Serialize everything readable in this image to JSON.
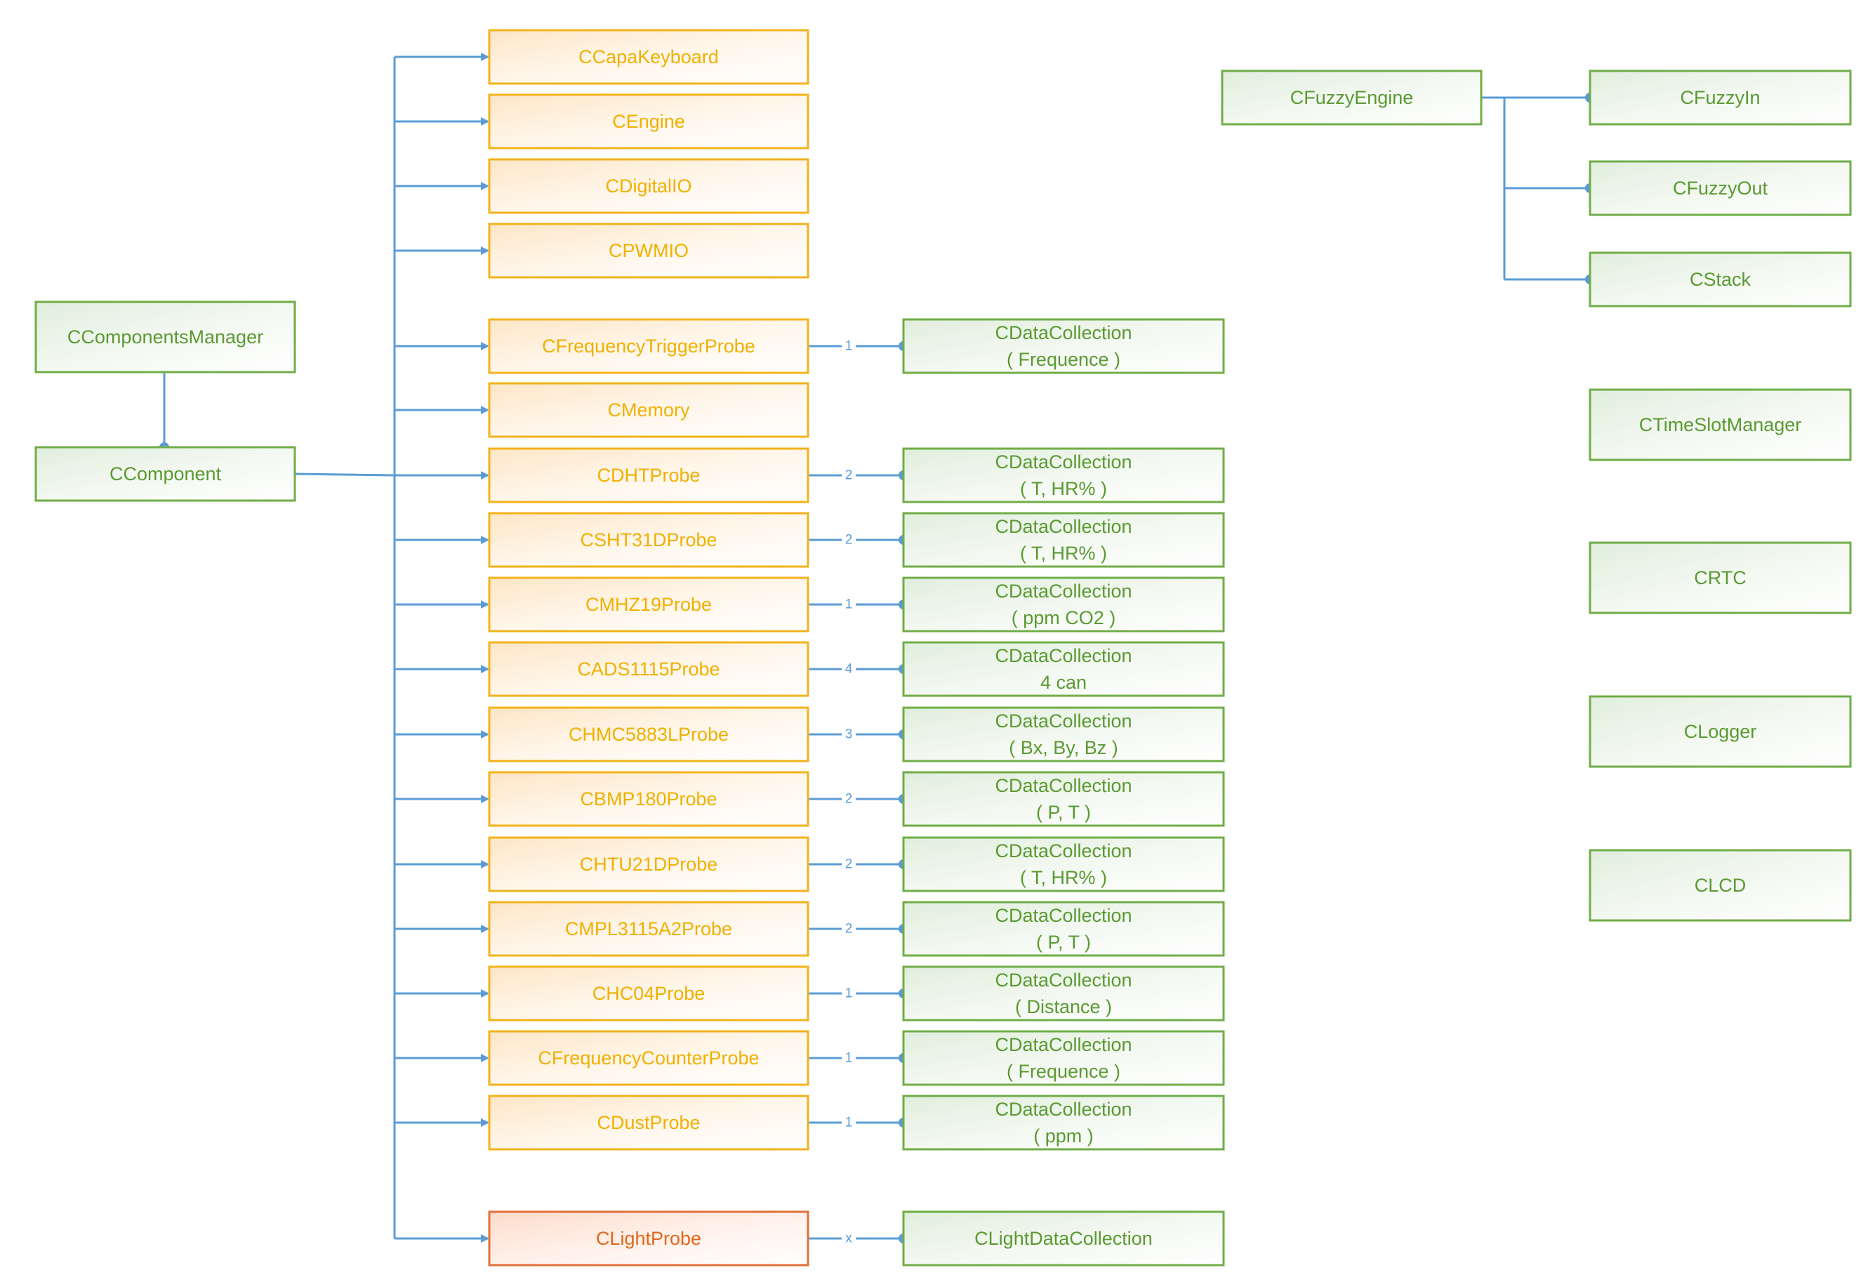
{
  "colors": {
    "connector": "#5b9bd5",
    "green_border": "#70ad47",
    "green_text": "#5a9a32",
    "yellow_border": "#f2b31b",
    "yellow_text": "#f0b000",
    "orange_border": "#e0703a",
    "orange_text": "#e2661c"
  },
  "manager": {
    "label": "CComponentsManager"
  },
  "component": {
    "label": "CComponent"
  },
  "components": [
    {
      "label": "CCapaKeyboard"
    },
    {
      "label": "CEngine"
    },
    {
      "label": "CDigitalIO"
    },
    {
      "label": "CPWMIO"
    },
    {
      "label": "CFrequencyTriggerProbe",
      "mult": "1",
      "collection": [
        "CDataCollection",
        "( Frequence )"
      ]
    },
    {
      "label": "CMemory"
    },
    {
      "label": "CDHTProbe",
      "mult": "2",
      "collection": [
        "CDataCollection",
        "( T, HR% )"
      ]
    },
    {
      "label": "CSHT31DProbe",
      "mult": "2",
      "collection": [
        "CDataCollection",
        "( T, HR% )"
      ]
    },
    {
      "label": "CMHZ19Probe",
      "mult": "1",
      "collection": [
        "CDataCollection",
        "( ppm CO2 )"
      ]
    },
    {
      "label": "CADS1115Probe",
      "mult": "4",
      "collection": [
        "CDataCollection",
        "4 can"
      ]
    },
    {
      "label": "CHMC5883LProbe",
      "mult": "3",
      "collection": [
        "CDataCollection",
        "( Bx, By, Bz )"
      ]
    },
    {
      "label": "CBMP180Probe",
      "mult": "2",
      "collection": [
        "CDataCollection",
        "( P, T )"
      ]
    },
    {
      "label": "CHTU21DProbe",
      "mult": "2",
      "collection": [
        "CDataCollection",
        "( T, HR% )"
      ]
    },
    {
      "label": "CMPL3115A2Probe",
      "mult": "2",
      "collection": [
        "CDataCollection",
        "( P, T )"
      ]
    },
    {
      "label": "CHC04Probe",
      "mult": "1",
      "collection": [
        "CDataCollection",
        "( Distance )"
      ]
    },
    {
      "label": "CFrequencyCounterProbe",
      "mult": "1",
      "collection": [
        "CDataCollection",
        "( Frequence )"
      ]
    },
    {
      "label": "CDustProbe",
      "mult": "1",
      "collection": [
        "CDataCollection",
        "( ppm )"
      ]
    },
    {
      "label": "CLightProbe",
      "mult": "x",
      "collection": [
        "CLightDataCollection"
      ],
      "highlight": true
    }
  ],
  "fuzzy": {
    "engine": "CFuzzyEngine",
    "children": [
      "CFuzzyIn",
      "CFuzzyOut",
      "CStack"
    ]
  },
  "standalone": [
    "CTimeSlotManager",
    "CRTC",
    "CLogger",
    "CLCD"
  ]
}
